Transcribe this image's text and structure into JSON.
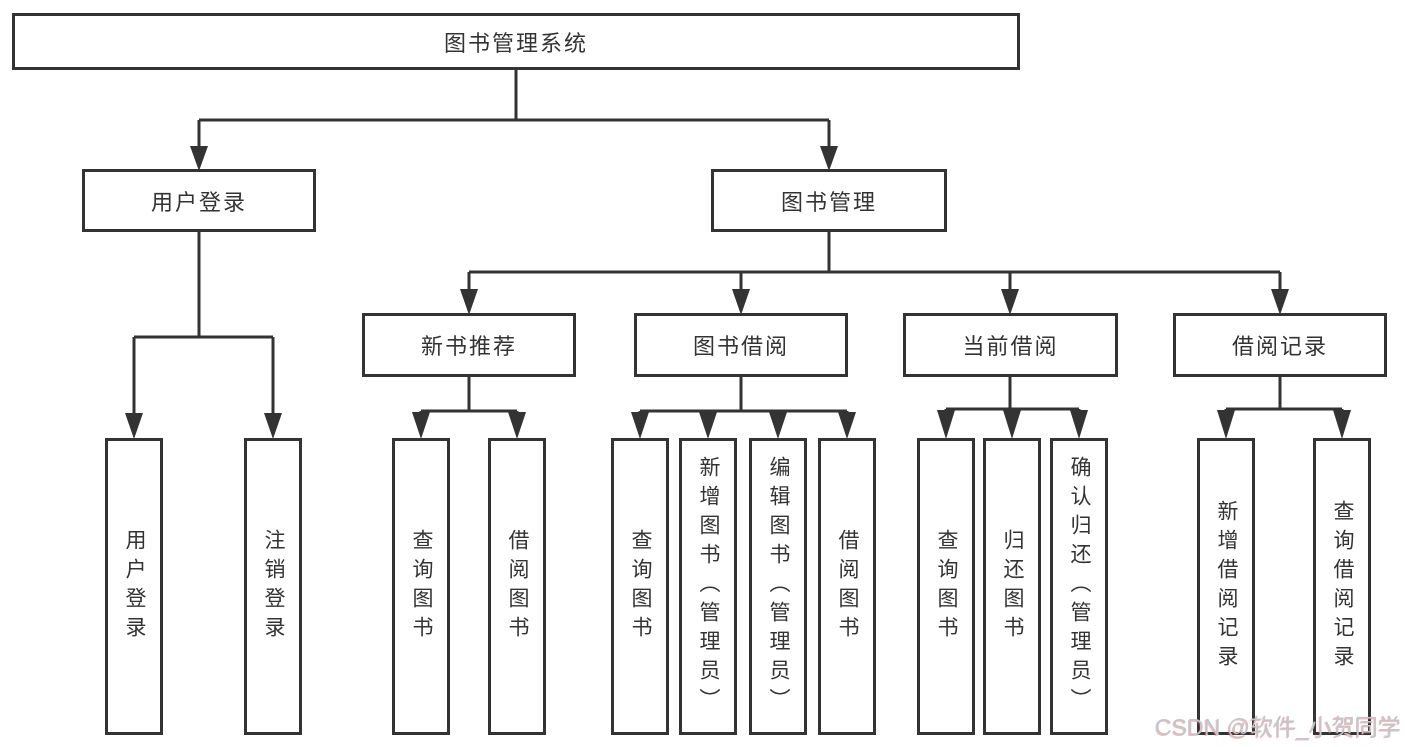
{
  "nodes": {
    "root": "图书管理系统",
    "user_login": "用户登录",
    "book_management": "图书管理",
    "new_book_recommend": "新书推荐",
    "book_borrowing": "图书借阅",
    "current_borrowing": "当前借阅",
    "borrowing_records": "借阅记录",
    "ul_user_login": "用户登录",
    "ul_logout": "注销登录",
    "nbr_query_book": "查询图书",
    "nbr_borrow_book": "借阅图书",
    "bb_query_book": "查询图书",
    "bb_add_book_admin": "新增图书（管理员）",
    "bb_edit_book_admin": "编辑图书（管理员）",
    "bb_borrow_book": "借阅图书",
    "cb_query_book": "查询图书",
    "cb_return_book": "归还图书",
    "cb_confirm_return_admin": "确认归还（管理员）",
    "br_add_record": "新增借阅记录",
    "br_query_record": "查询借阅记录"
  },
  "watermark": "CSDN @软件_小贺同学",
  "colors": {
    "line": "#333333",
    "box_bg": "#ffffff",
    "text": "#333333",
    "watermark_text": "#c2c6cc",
    "watermark_tint": "#e86a6a",
    "background": "#ffffff"
  }
}
